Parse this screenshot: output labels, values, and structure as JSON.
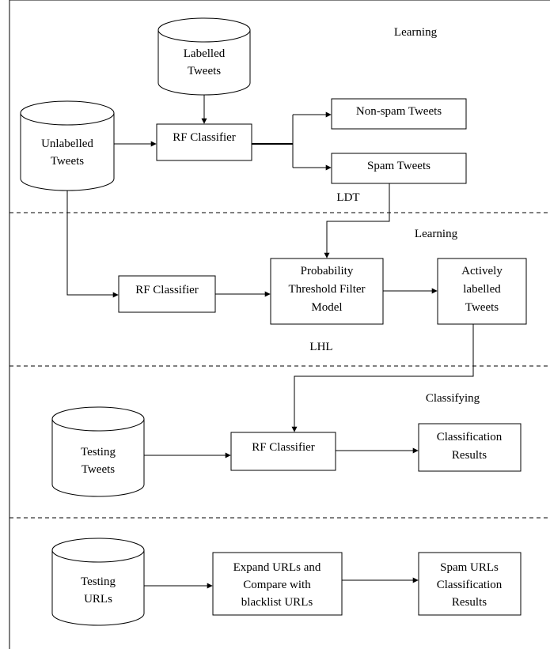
{
  "sections": {
    "learning_1": "Learning",
    "ldt": "LDT",
    "learning_2": "Learning",
    "lhl": "LHL",
    "classifying": "Classifying"
  },
  "nodes": {
    "labelled_tweets": [
      "Labelled",
      "Tweets"
    ],
    "unlabelled_tweets": [
      "Unlabelled",
      "Tweets"
    ],
    "rf_classifier_1": "RF Classifier",
    "non_spam_tweets": "Non-spam Tweets",
    "spam_tweets": "Spam Tweets",
    "rf_classifier_2": "RF Classifier",
    "probability_filter": [
      "Probability",
      "Threshold Filter",
      "Model"
    ],
    "actively_labelled": [
      "Actively",
      "labelled",
      "Tweets"
    ],
    "testing_tweets": [
      "Testing",
      "Tweets"
    ],
    "rf_classifier_3": "RF Classifier",
    "classification_results": [
      "Classification",
      "Results"
    ],
    "testing_urls": [
      "Testing",
      "URLs"
    ],
    "expand_urls": [
      "Expand URLs and",
      "Compare with",
      "blacklist URLs"
    ],
    "spam_urls_results": [
      "Spam URLs",
      "Classification",
      "Results"
    ]
  },
  "colors": {
    "stroke": "#000000",
    "background": "#ffffff"
  }
}
